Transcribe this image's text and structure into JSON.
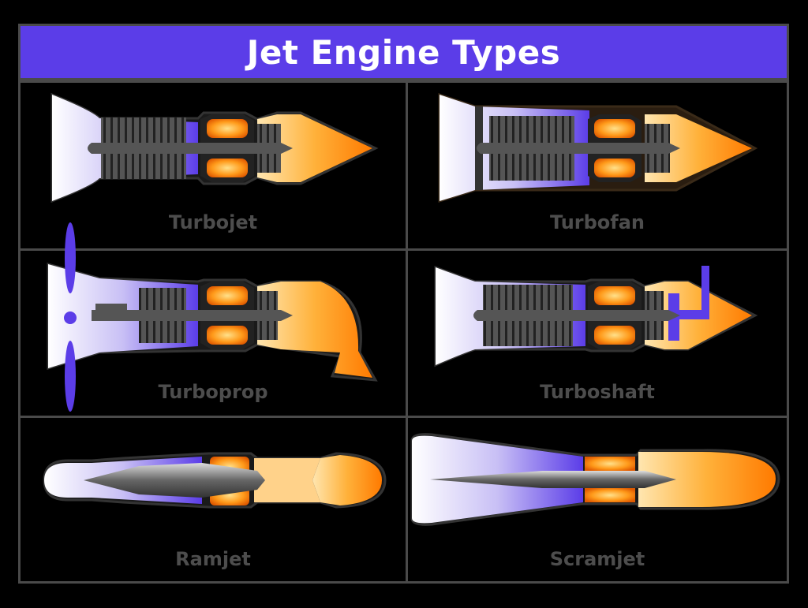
{
  "title": "Jet Engine Types",
  "engines": [
    {
      "name": "Turbojet"
    },
    {
      "name": "Turbofan"
    },
    {
      "name": "Turboprop"
    },
    {
      "name": "Turboshaft"
    },
    {
      "name": "Ramjet"
    },
    {
      "name": "Scramjet"
    }
  ],
  "colors": {
    "title_bar": "#5b3de8",
    "intake": "#5b3de8",
    "combustion": "#ff8a00",
    "exhaust": "#ffa500",
    "metal": "#555555"
  }
}
